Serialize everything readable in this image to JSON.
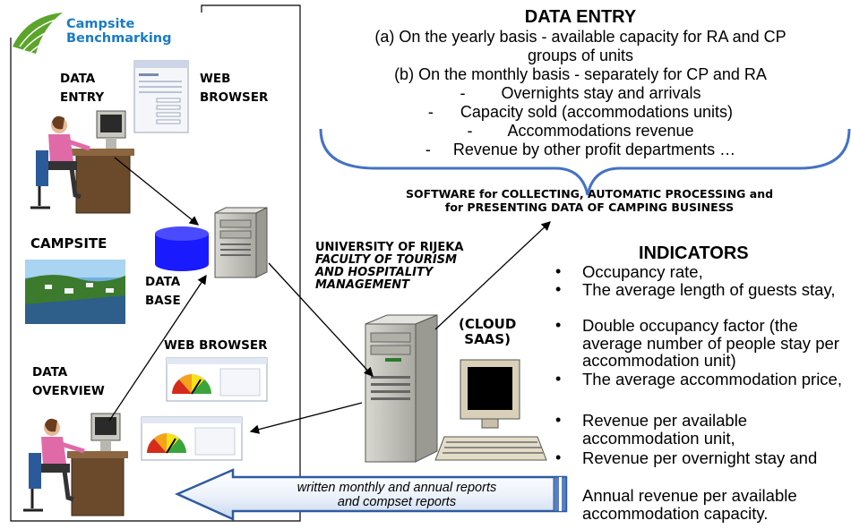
{
  "logo": {
    "line1": "Campsite",
    "line2": "Benchmarking"
  },
  "left_panel": {
    "data_entry_1": "DATA",
    "data_entry_2": "ENTRY",
    "web_browser_1": "WEB",
    "web_browser_2": "BROWSER",
    "campsite": "CAMPSITE",
    "database_1": "DATA",
    "database_2": "BASE",
    "web_browser_full": "WEB BROWSER",
    "data_overview_1": "DATA",
    "data_overview_2": "OVERVIEW"
  },
  "data_entry": {
    "title": "DATA ENTRY",
    "lines": [
      "(a) On the yearly basis - available capacity for RA and CP",
      "groups of units",
      "(b) On the monthly basis - separately for CP and RA",
      "-        Overnights stay and arrivals",
      "-      Capacity sold (accommodations units)",
      "-        Accommodations revenue",
      "-     Revenue by other profit departments …"
    ]
  },
  "software": {
    "line1": "SOFTWARE for COLLECTING,  AUTOMATIC PROCESSING and",
    "line2": "for PRESENTING DATA OF CAMPING BUSINESS"
  },
  "university": {
    "line1": "UNIVERSITY  OF RIJEKA",
    "line2": "FACULTY OF TOURISM",
    "line3": "AND HOSPITALITY",
    "line4": "MANAGEMENT"
  },
  "cloud": {
    "line1": "(CLOUD",
    "line2": "SAAS)"
  },
  "indicators": {
    "title": "INDICATORS",
    "items": [
      "Occupancy rate,",
      "The average length of guests stay,",
      "Double occupancy factor (the average number of people stay per accommodation unit)",
      "The average accommodation price,",
      "Revenue per available accommodation unit,",
      "Revenue per overnight stay and",
      "Annual revenue per available accommodation capacity."
    ]
  },
  "reports": {
    "line1": "written monthly and annual reports",
    "line2": "and compset reports"
  },
  "colors": {
    "brand": "#1a7bc4",
    "brace": "#4472c4",
    "database": "#1a1aff",
    "arrow_border": "#2e5aa0"
  }
}
